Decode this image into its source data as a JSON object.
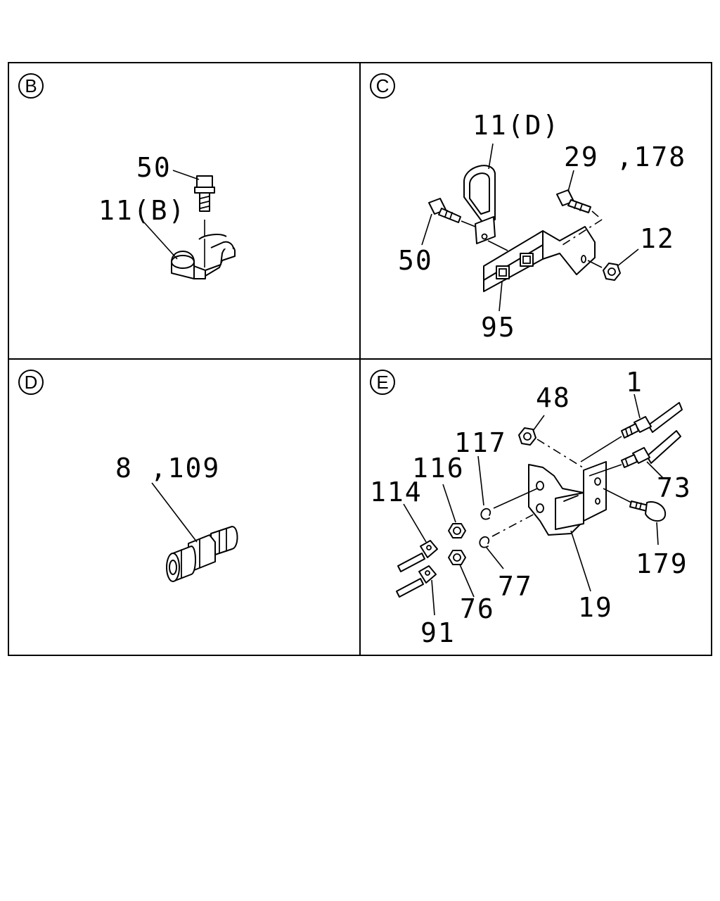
{
  "panels": [
    {
      "letter": "B",
      "callouts": [
        "50",
        "11(B)"
      ]
    },
    {
      "letter": "C",
      "callouts": [
        "11(D)",
        "29 ,178",
        "12",
        "50",
        "95"
      ]
    },
    {
      "letter": "D",
      "callouts": [
        "8 ,109"
      ]
    },
    {
      "letter": "E",
      "callouts": [
        "48",
        "1",
        "117",
        "116",
        "114",
        "73",
        "179",
        "77",
        "19",
        "76",
        "91"
      ]
    }
  ]
}
